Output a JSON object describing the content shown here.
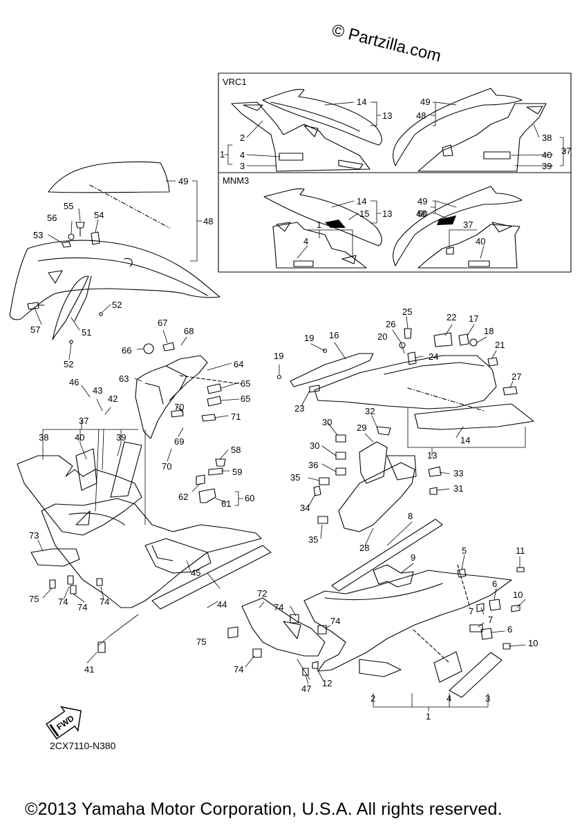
{
  "watermark": "© Partzilla.com",
  "drawing_code": "2CX7110-N380",
  "copyright": "©2013 Yamaha Motor Corporation, U.S.A. All rights reserved.",
  "fwd_label": "FWD",
  "inset_titles": {
    "top": "VRC1",
    "bottom": "MNM3"
  },
  "callouts": {
    "n1": "1",
    "n2": "2",
    "n3": "3",
    "n4": "4",
    "n5": "5",
    "n6": "6",
    "n7": "7",
    "n8": "8",
    "n9": "9",
    "n10": "10",
    "n11": "11",
    "n12": "12",
    "n13": "13",
    "n14": "14",
    "n15": "15",
    "n16": "16",
    "n17": "17",
    "n18": "18",
    "n19": "19",
    "n20": "20",
    "n21": "21",
    "n22": "22",
    "n23": "23",
    "n24": "24",
    "n25": "25",
    "n26": "26",
    "n27": "27",
    "n28": "28",
    "n29": "29",
    "n30": "30",
    "n31": "31",
    "n32": "32",
    "n33": "33",
    "n34": "34",
    "n35": "35",
    "n36": "36",
    "n37": "37",
    "n38": "38",
    "n39": "39",
    "n40": "40",
    "n41": "41",
    "n42": "42",
    "n43": "43",
    "n44": "44",
    "n45": "45",
    "n46": "46",
    "n47": "47",
    "n48": "48",
    "n49": "49",
    "n50": "50",
    "n51": "51",
    "n52": "52",
    "n53": "53",
    "n54": "54",
    "n55": "55",
    "n56": "56",
    "n57": "57",
    "n58": "58",
    "n59": "59",
    "n60": "60",
    "n61": "61",
    "n62": "62",
    "n63": "63",
    "n64": "64",
    "n65": "65",
    "n66": "66",
    "n67": "67",
    "n68": "68",
    "n69": "69",
    "n70": "70",
    "n71": "71",
    "n72": "72",
    "n73": "73",
    "n74": "74",
    "n75": "75"
  }
}
